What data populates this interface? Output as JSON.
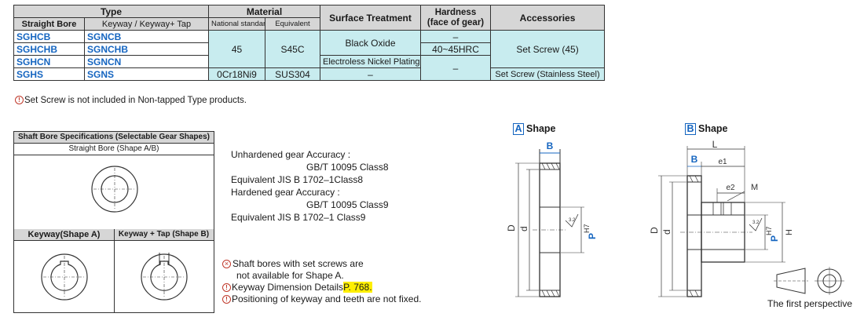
{
  "table": {
    "headers": {
      "type": "Type",
      "material": "Material",
      "surface": "Surface Treatment",
      "hardness": "Hardness\n(face of gear)",
      "accessories": "Accessories",
      "straight_bore": "Straight Bore",
      "keyway": "Keyway / Keyway+ Tap",
      "national": "National standard",
      "equivalent": "Equivalent"
    },
    "rows": [
      {
        "straight": "SGHCB",
        "keyway": "SGNCB"
      },
      {
        "straight": "SGHCHB",
        "keyway": "SGNCHB"
      },
      {
        "straight": "SGHCN",
        "keyway": "SGNCN"
      },
      {
        "straight": "SGHS",
        "keyway": "SGNS"
      }
    ],
    "cells": {
      "mat_national_1": "45",
      "mat_equiv_1": "S45C",
      "surface_1": "Black Oxide",
      "hardness_1": "–",
      "hardness_2": "40~45HRC",
      "accessory_1": "Set Screw (45)",
      "surface_2": "Electroless Nickel Plating",
      "hardness_3": "–",
      "mat_national_2": "0Cr18Ni9",
      "mat_equiv_2": "SUS304",
      "surface_3": "–",
      "accessory_2": "Set Screw (Stainless Steel)"
    },
    "footnote": "Set Screw is not included in Non-tapped Type products."
  },
  "bore": {
    "title": "Shaft Bore Specifications  (Selectable Gear Shapes)",
    "straight": "Straight Bore (Shape A/B)",
    "keyway_a": "Keyway(Shape A)",
    "keyway_tap_b": "Keyway + Tap (Shape B)"
  },
  "accuracy": {
    "l1": "Unhardened gear Accuracy :",
    "l2": "GB/T  10095 Class8",
    "l3": "Equivalent JIS B 1702–1Class8",
    "l4": "Hardened gear Accuracy :",
    "l5": "GB/T  10095 Class9",
    "l6": "Equivalent JIS B 1702–1 Class9"
  },
  "notes": {
    "n1": "Shaft bores with set screws are",
    "n1b": "not available for Shape A.",
    "n2": "Keyway Dimension Details",
    "n2_page": "P. 768.",
    "n3": "Positioning of keyway and teeth are not fixed."
  },
  "shapes": {
    "a_letter": "A",
    "a_label": "Shape",
    "b_letter": "B",
    "b_label": "Shape",
    "caption": "The first perspective"
  },
  "dims": {
    "B": "B",
    "D": "D",
    "d": "d",
    "P": "P",
    "H7": "H7",
    "L": "L",
    "l1": "e1",
    "l2": "e2",
    "M": "M",
    "H": "H",
    "tri": "3.2"
  },
  "colors": {
    "accent": "#1565c0",
    "highlight": "#ffef00",
    "header_bg": "#d6d6d6",
    "cell_bg": "#c8ecef",
    "warn": "#c0392b"
  }
}
